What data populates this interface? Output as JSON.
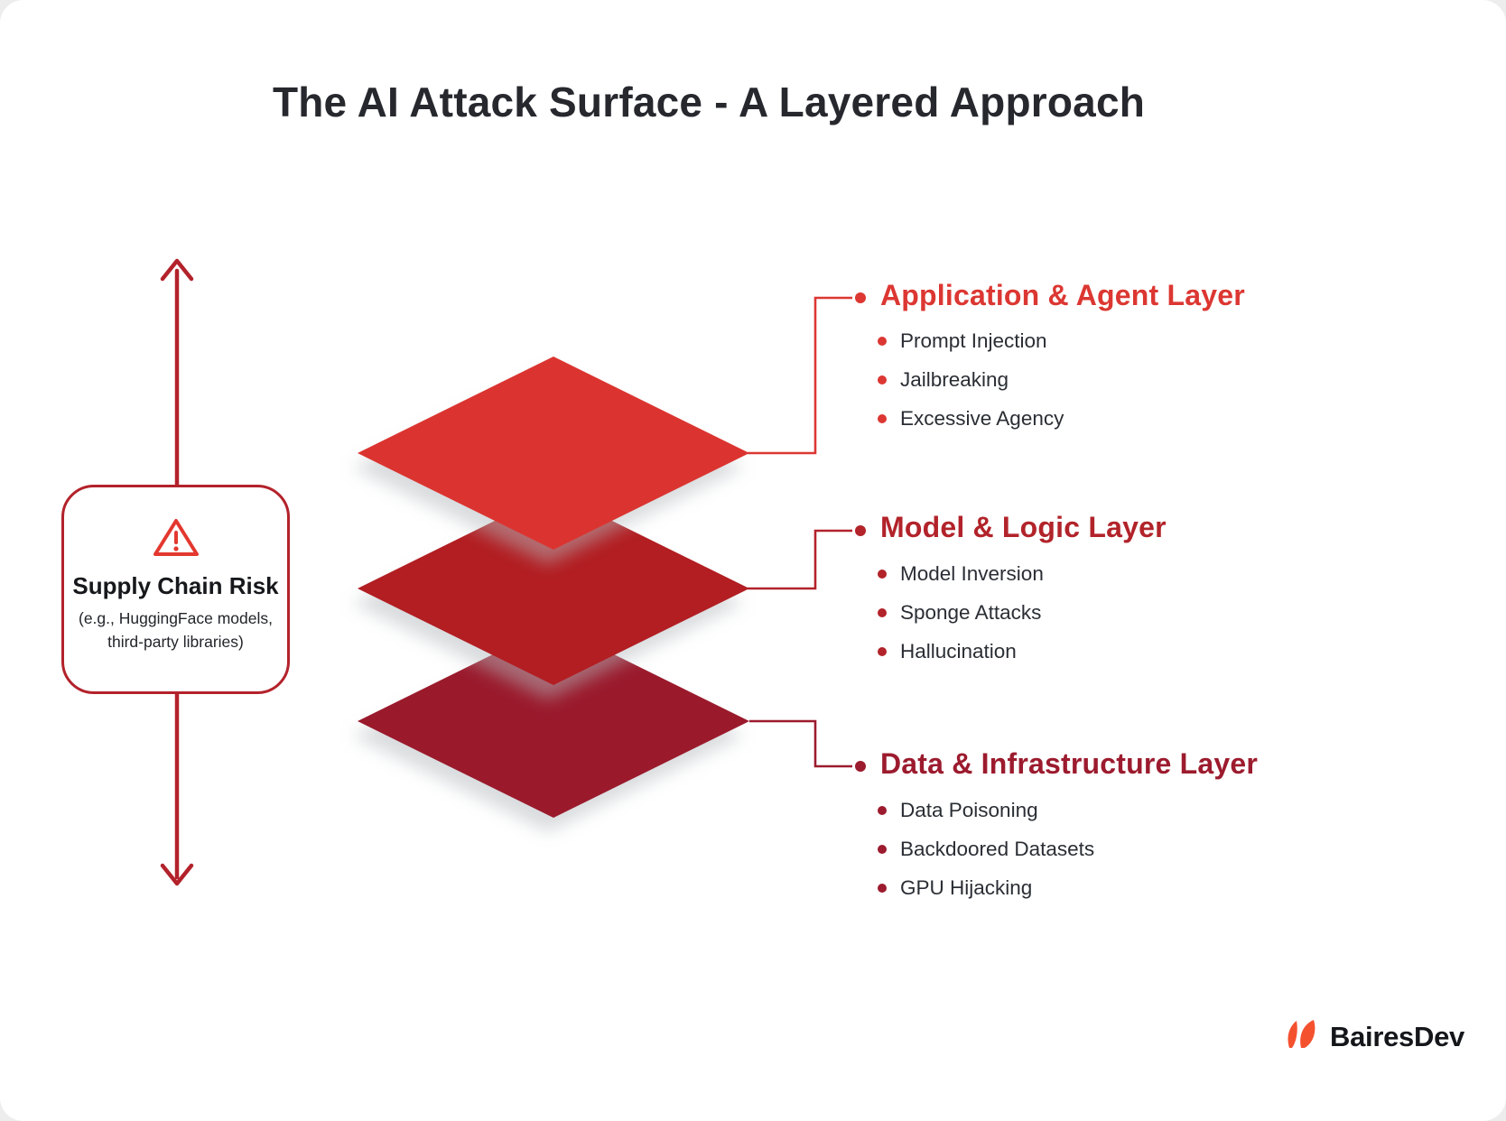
{
  "title": "The AI Attack Surface - A Layered Approach",
  "palette": {
    "title_text": "#26282e",
    "body_text": "#2a2e34",
    "supply_accent": "#b3222b",
    "warning_icon": "#e3382f"
  },
  "supply_chain": {
    "title": "Supply Chain Risk",
    "subtitle_line1": "(e.g., HuggingFace models,",
    "subtitle_line2": "third-party libraries)",
    "border_color": "#b3222b",
    "icon_color": "#e3382f",
    "icon": "warning-triangle-icon"
  },
  "layers": [
    {
      "name": "Application & Agent Layer",
      "color": "#dc3732",
      "diamond_color": "#db3430",
      "items": [
        "Prompt Injection",
        "Jailbreaking",
        "Excessive Agency"
      ]
    },
    {
      "name": "Model & Logic Layer",
      "color": "#b2232a",
      "diamond_color": "#b21e22",
      "items": [
        "Model Inversion",
        "Sponge Attacks",
        "Hallucination"
      ]
    },
    {
      "name": "Data & Infrastructure Layer",
      "color": "#9c1b2e",
      "diamond_color": "#9a1a2c",
      "items": [
        "Data Poisoning",
        "Backdoored Datasets",
        "GPU Hijacking"
      ]
    }
  ],
  "logo": {
    "text": "BairesDev",
    "mark_color": "#f4512f",
    "text_color": "#14161a"
  }
}
